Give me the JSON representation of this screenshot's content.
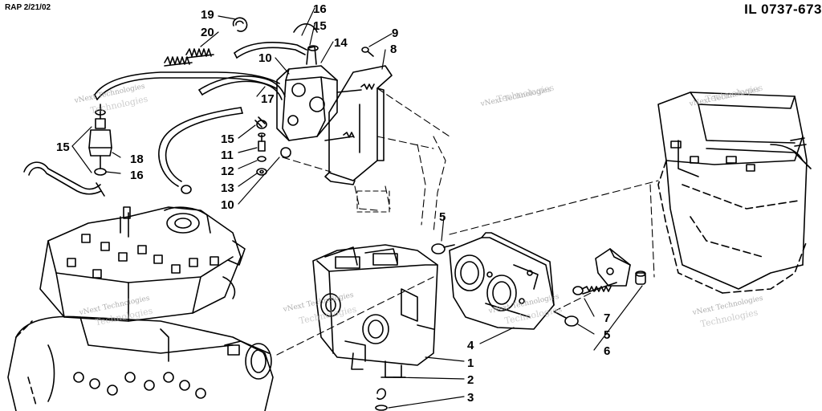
{
  "header": {
    "date_code": "RAP 2/21/02",
    "illustration_id": "IL 0737-673"
  },
  "watermark": {
    "line1": "vNext Technologies",
    "line2": "Technologies"
  },
  "callouts": [
    "19",
    "20",
    "16",
    "15",
    "14",
    "9",
    "8",
    "10",
    "17",
    "15",
    "11",
    "12",
    "13",
    "10",
    "15",
    "18",
    "16",
    "5",
    "7",
    "5",
    "6",
    "4",
    "1",
    "2",
    "3"
  ]
}
